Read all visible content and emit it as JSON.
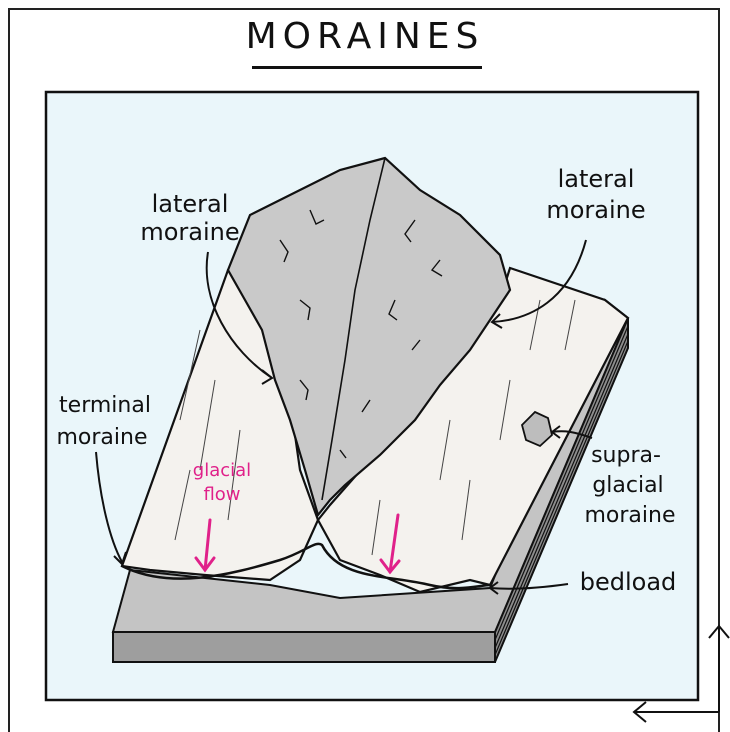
{
  "title": "MORAINES",
  "labels": {
    "lateral_left_1": "lateral",
    "lateral_left_2": "moraine",
    "lateral_right_1": "lateral",
    "lateral_right_2": "moraine",
    "terminal_1": "terminal",
    "terminal_2": "moraine",
    "flow_1": "glacial",
    "flow_2": "flow",
    "supra_1": "supra-",
    "supra_2": "glacial",
    "supra_3": "moraine",
    "bedload": "bedload"
  },
  "colors": {
    "background_panel": "#eaf6fa",
    "glacier_ice": "#f4f2ee",
    "rock": "#c9c9c9",
    "ground_side": "#9e9e9e",
    "flow_arrow": "#e0218a"
  }
}
